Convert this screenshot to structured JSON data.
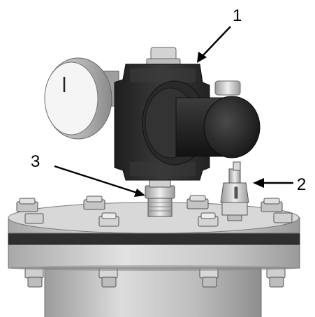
{
  "callouts": [
    {
      "label": "1"
    },
    {
      "label": "2"
    },
    {
      "label": "3"
    }
  ],
  "colors": {
    "regulator_body": "#2b2b2b",
    "regulator_highlight": "#4a4a4a",
    "flange_metal": "#c9c9c9",
    "flange_shadow": "#a9a9a9",
    "gasket": "#333333",
    "gauge_face": "#f4f4f4",
    "arrow": "#000000"
  }
}
